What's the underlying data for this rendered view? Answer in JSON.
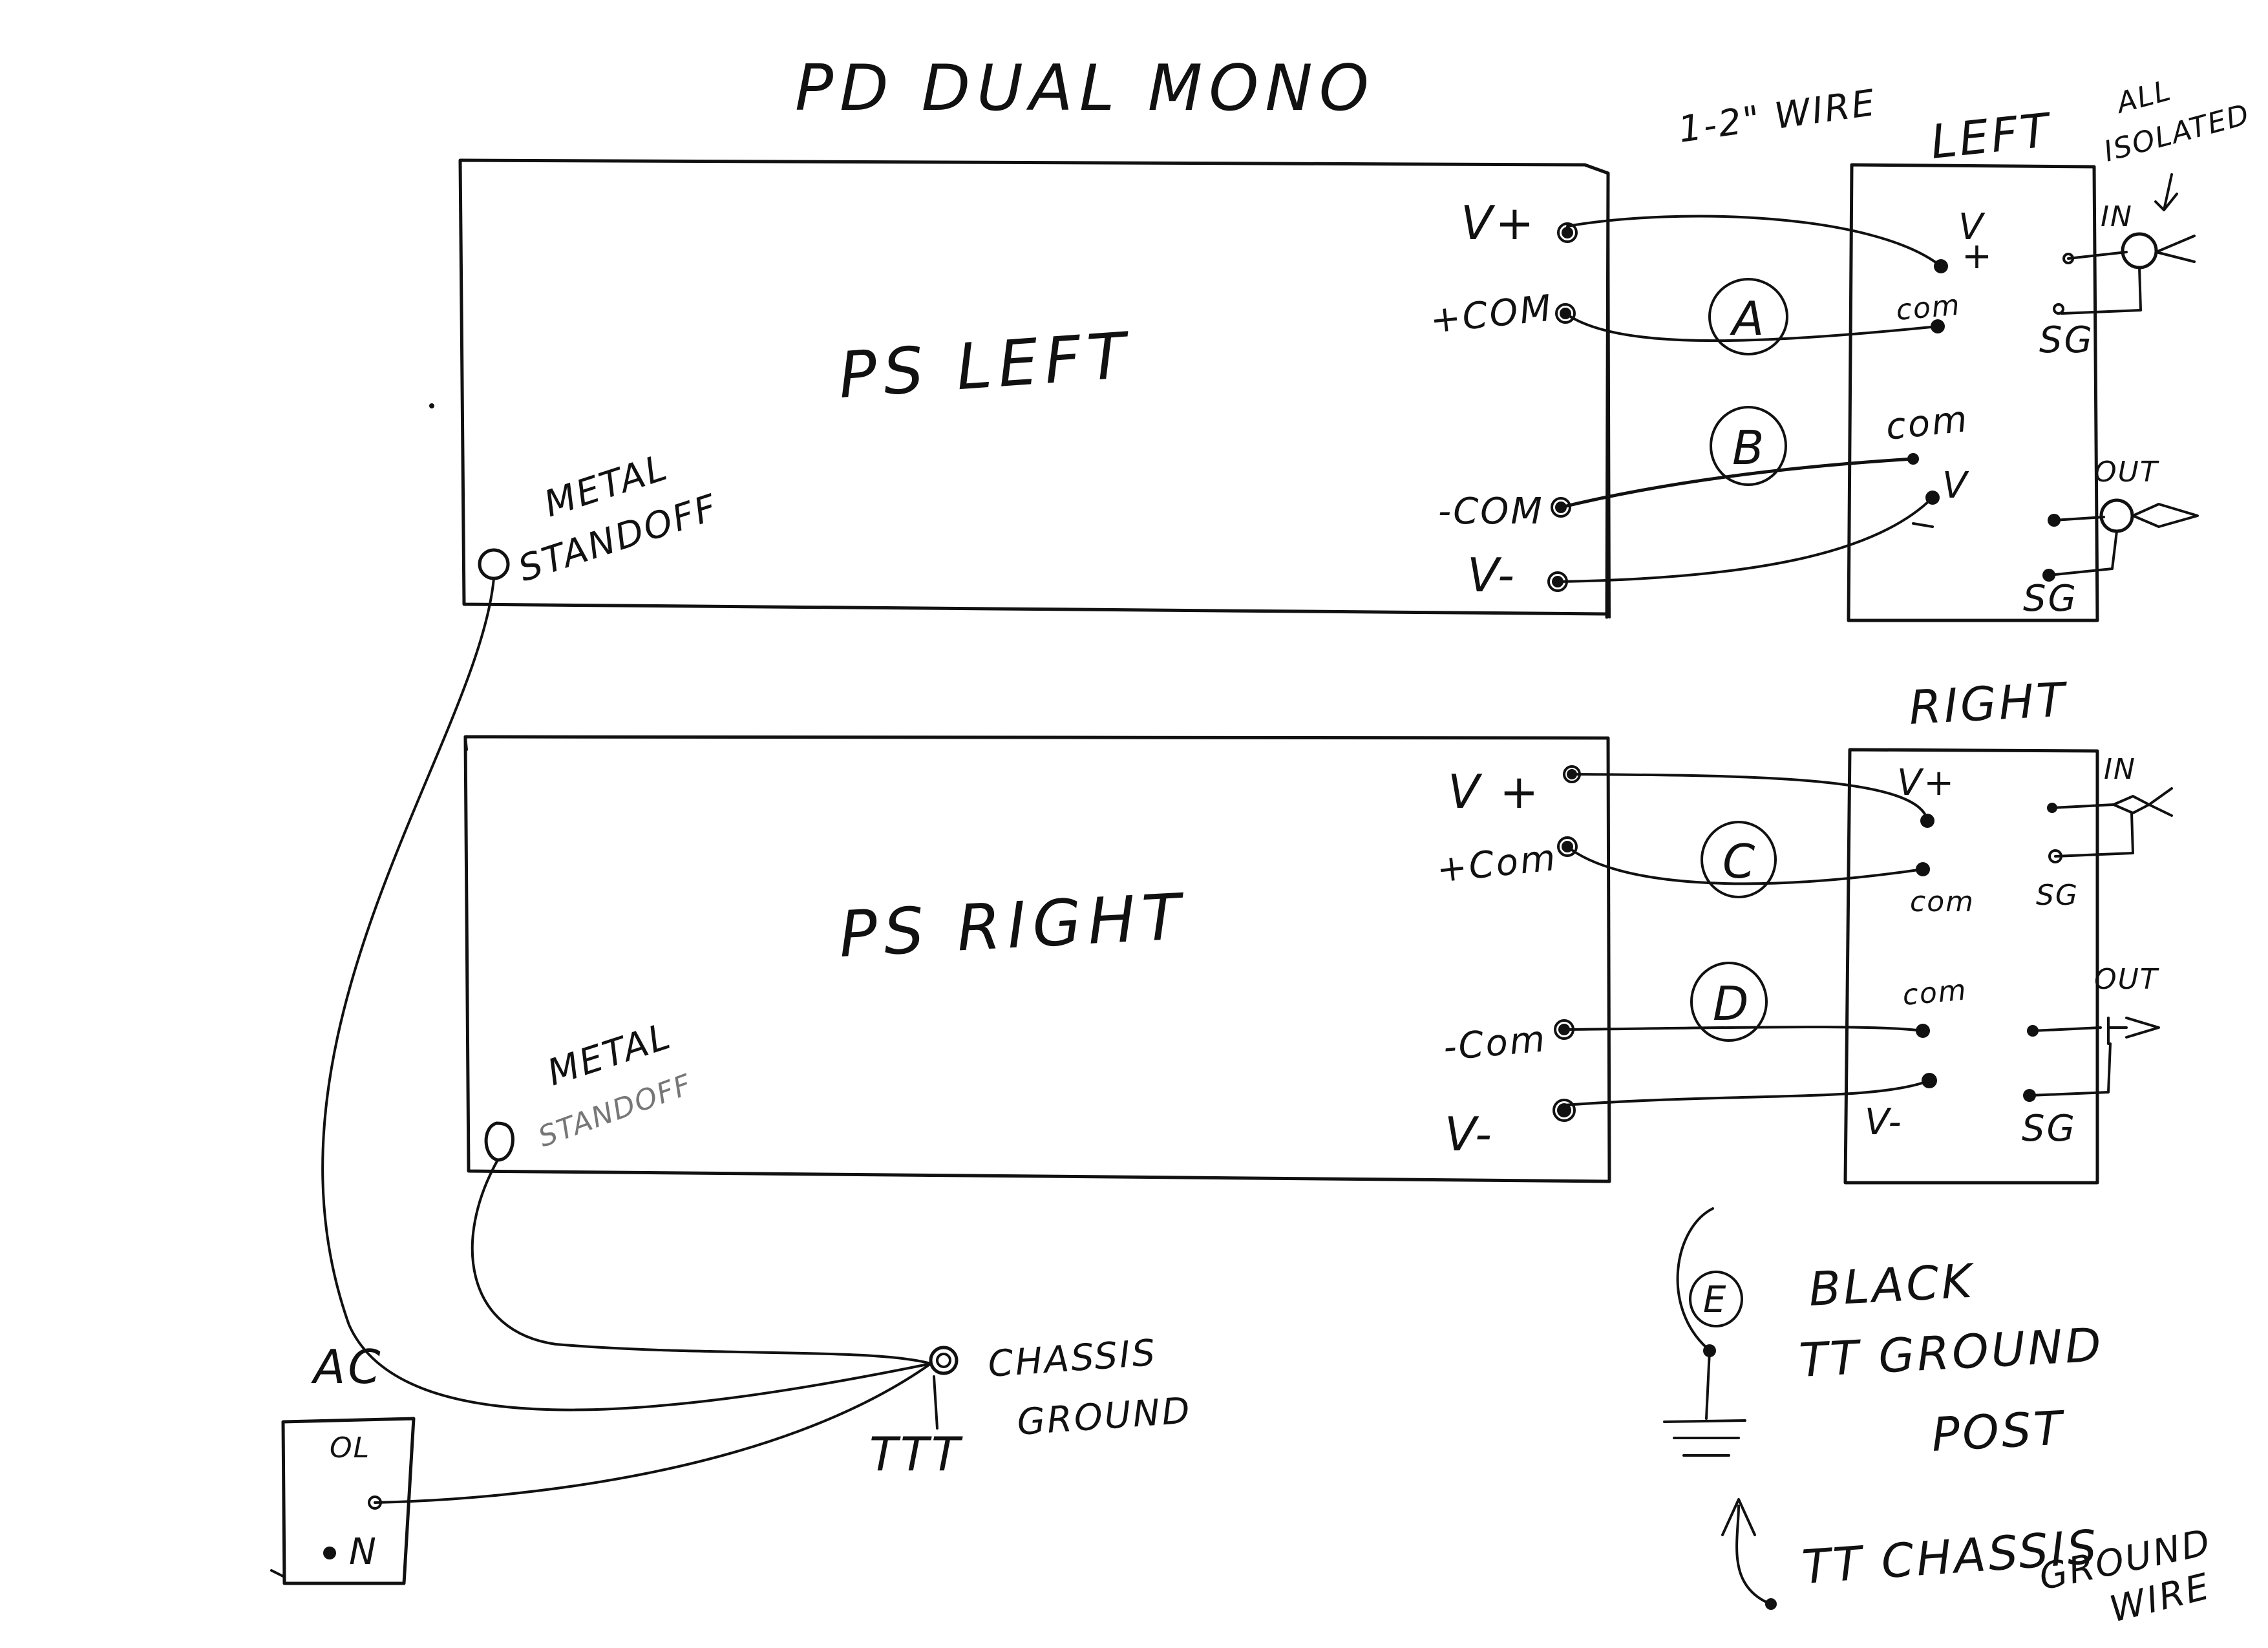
{
  "title": "PD   DUAL MONO",
  "wire_note": "1-2\" WIRE",
  "left_board": {
    "label": "LEFT",
    "note_line1": "ALL",
    "note_line2": "ISOLATED",
    "v_plus": "V",
    "plus": "+",
    "com_top": "com",
    "sg_top": "SG",
    "com_bottom": "com",
    "v_minus": "V",
    "in_label": "IN",
    "out_label": "OUT",
    "sg_bottom": "SG"
  },
  "right_board": {
    "label": "RIGHT",
    "v_plus": "V+",
    "com_top": "com",
    "sg_top": "SG",
    "com_bottom": "com",
    "v_minus": "V-",
    "in_label": "IN",
    "out_label": "OUT",
    "sg_bottom": "SG"
  },
  "ps_left": {
    "label": "PS  LEFT",
    "v_plus": "V+",
    "com_plus": "+COM",
    "com_minus": "-COM",
    "v_minus": "V-",
    "standoff_line1": "METAL",
    "standoff_line2": "STANDOFF"
  },
  "ps_right": {
    "label": "PS  RIGHT",
    "v_plus": "V +",
    "com_plus": "+Com",
    "com_minus": "-Com",
    "v_minus": "V-",
    "standoff_line1": "METAL",
    "standoff_line2": "STANDOFF"
  },
  "wire_markers": {
    "a": "A",
    "b": "B",
    "c": "C",
    "d": "D",
    "e": "E"
  },
  "ac": {
    "label": "AC",
    "off": "OL",
    "on": "N"
  },
  "chassis": {
    "line1": "CHASSIS",
    "line2": "GROUND",
    "symbol": "TTT"
  },
  "tt_ground": {
    "line1": "BLACK",
    "line2": "TT GROUND",
    "line3": "POST"
  },
  "tt_chassis": {
    "line1": "TT CHASSIS",
    "line2": "GROUND",
    "line3": "WIRE"
  }
}
